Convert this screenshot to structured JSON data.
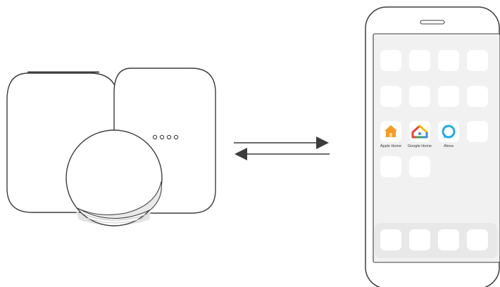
{
  "devices": {
    "homepod_mini": {
      "icon": "homepod-mini-speaker-icon"
    },
    "google_nest_mini": {
      "icon": "google-nest-mini-speaker-icon"
    },
    "echo_dot": {
      "icon": "echo-dot-speaker-icon"
    }
  },
  "connection": {
    "icon": "bidirectional-arrows-icon"
  },
  "phone": {
    "home_screen": {
      "apps": [
        {
          "label": "Apple Home",
          "icon": "apple-home-app-icon",
          "color": "#f59b28"
        },
        {
          "label": "Google Home",
          "icon": "google-home-app-icon",
          "color": "#4285f4"
        },
        {
          "label": "Alexa",
          "icon": "alexa-app-icon",
          "color": "#1fa9e8"
        }
      ]
    }
  },
  "colors": {
    "outline": "#3c3c3c",
    "screen_bg": "#f1f1f1",
    "tile": "#ffffff",
    "dock": "#e8e8e8",
    "arrow": "#3c3c3c"
  }
}
